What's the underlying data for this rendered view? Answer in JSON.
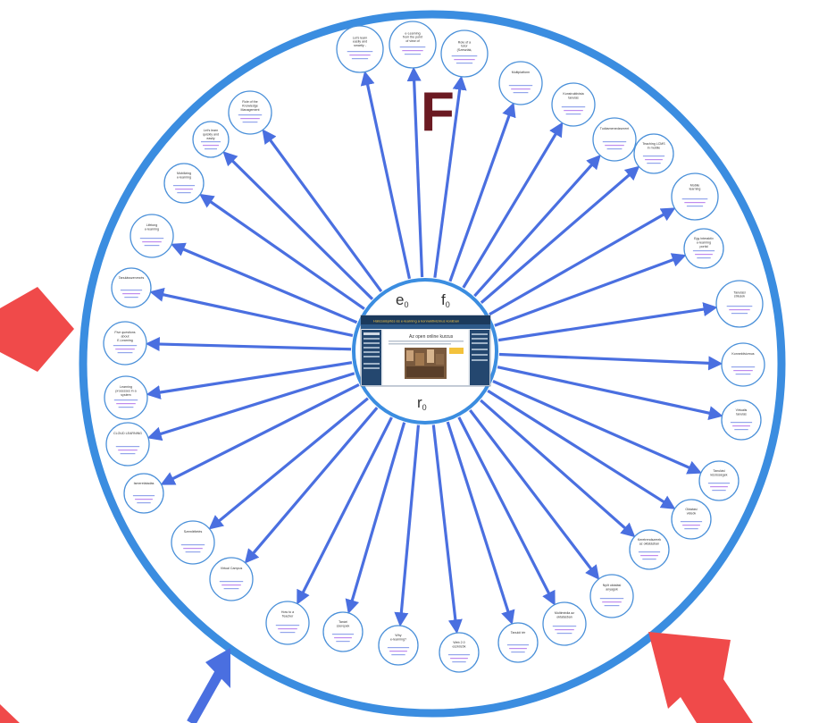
{
  "diagram": {
    "big_letter": "F",
    "center_labels": {
      "e": "e",
      "e_sub": "0",
      "f": "f",
      "f_sub": "0",
      "r": "r",
      "r_sub": "0"
    },
    "center_screenshot": {
      "header": "Hálózatépítés és e-learning a konnektivizmus korában",
      "page_title": "Az open online kurzus",
      "accent": "#1b3a5c"
    },
    "colors": {
      "ring": "#3b8de0",
      "arrow": "#4a6fe0",
      "node_border": "#4a90d9",
      "letter": "#6b1a22",
      "red_arrow": "#f04a4a",
      "node_title": "#333333",
      "node_link": "#3b5bdb",
      "node_link2": "#8a2be2"
    },
    "nodes": [
      {
        "title": "Let's learn easily and smartly - lifelong, anytime, anywhere, ..."
      },
      {
        "title": "e-Learning from the point of view of methodology"
      },
      {
        "title": "Role of a tutor (Szeszták, Mészáros)"
      },
      {
        "title": "Multiplatform"
      },
      {
        "title": "Konstruktivista tanulás"
      },
      {
        "title": "Tudásmenedzsment"
      },
      {
        "title": "Teaching LCMS in mobile"
      },
      {
        "title": "Mobile learning"
      },
      {
        "title": "Egy interaktív e-learning portál"
      },
      {
        "title": "Tanulási stílusok"
      },
      {
        "title": "Konnektivizmus"
      },
      {
        "title": "Virtuális tanulás"
      },
      {
        "title": "Tanulási közösségek"
      },
      {
        "title": "Oktatási videók"
      },
      {
        "title": "Keretrendszerek az oktatásban"
      },
      {
        "title": "Nyílt oktatási anyagok"
      },
      {
        "title": "Multimédia az oktatásban"
      },
      {
        "title": "Tanulói tér"
      },
      {
        "title": "Web 2.0 eszközök"
      },
      {
        "title": "Why e-learning?"
      },
      {
        "title": "Tanári szerepek"
      },
      {
        "title": "How to a Teacher"
      },
      {
        "title": "Virtual Campus"
      },
      {
        "title": "Szemléltetés"
      },
      {
        "title": "Ismeretátadás"
      },
      {
        "title": "CLOUD LEARNING"
      },
      {
        "title": "Learning processes in a system"
      },
      {
        "title": "Five questions about E-Learning"
      },
      {
        "title": "Tanulásszervezés"
      },
      {
        "title": "Lifelong e-learning"
      },
      {
        "title": "Mobilizing e-learning"
      },
      {
        "title": "Let's learn quickly and easily"
      },
      {
        "title": "Role of the Knowledge Management"
      }
    ]
  }
}
